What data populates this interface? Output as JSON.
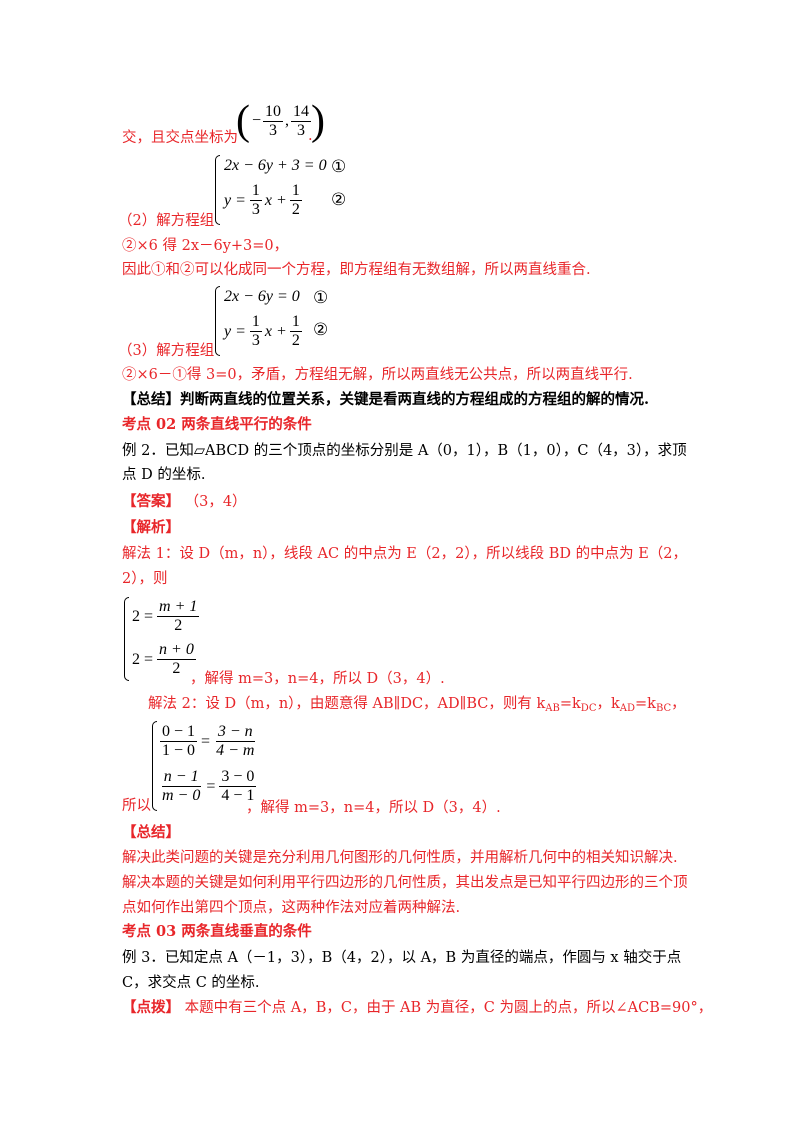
{
  "p1": {
    "prefix": "交，且交点坐标为",
    "coord_neg": "−",
    "coord_a_num": "10",
    "coord_a_den": "3",
    "coord_b_num": "14",
    "coord_b_den": "3",
    "suffix": "."
  },
  "sys1": {
    "label": "（2）解方程组",
    "eq1": "2x − 6y + 3 = 0",
    "eq1_mark": "①",
    "eq2_lhs": "y =",
    "eq2_mark": "②",
    "f1_num": "1",
    "f1_den": "3",
    "f2_num": "1",
    "f2_den": "2",
    "x_var": "x +"
  },
  "s2_line1": "②×6 得 2x－6y+3=0，",
  "s2_line2": "因此①和②可以化成同一个方程，即方程组有无数组解，所以两直线重合.",
  "sys2": {
    "label": "（3）解方程组",
    "eq1": "2x − 6y = 0",
    "eq1_mark": "①",
    "eq2_lhs": "y =",
    "eq2_mark": "②",
    "f1_num": "1",
    "f1_den": "3",
    "f2_num": "1",
    "f2_den": "2",
    "x_var": "x +"
  },
  "s3_line1": "②×6－①得 3=0，矛盾，方程组无解，所以两直线无公共点，所以两直线平行.",
  "summary1": "【总结】判断两直线的位置关系，关键是看两直线的方程组成的方程组的解的情况.",
  "heading2": "考点 02 两条直线平行的条件",
  "ex2_line1": "例 2．已知▱ABCD 的三个顶点的坐标分别是 A（0，1），B（1，0），C（4，3），求顶",
  "ex2_line2": "点 D 的坐标.",
  "answer_label": "【答案】",
  "answer_value": "（3，4）",
  "analysis_label": "【解析】",
  "m1_line1": "解法 1：设 D（m，n），线段 AC 的中点为 E（2，2），所以线段 BD 的中点为 E（2，",
  "m1_line2": "2），则",
  "m1_sys": {
    "lhs1": "2 =",
    "f1_num": "m + 1",
    "f1_den": "2",
    "lhs2": "2 =",
    "f2_num": "n + 0",
    "f2_den": "2",
    "result": "，解得 m=3，n=4，所以 D（3，4）."
  },
  "m2_line1_a": "解法 2：设 D（m，n），由题意得 AB∥DC，AD∥BC，则有 k",
  "m2_sub_ab": "AB",
  "m2_eq1": "=k",
  "m2_sub_dc": "DC",
  "m2_sep": "，k",
  "m2_sub_ad": "AD",
  "m2_eq2": "=k",
  "m2_sub_bc": "BC",
  "m2_end": "，",
  "m2_sys": {
    "prefix": "所以",
    "a_num": "0 − 1",
    "a_den": "1 − 0",
    "b_num": "3 − n",
    "b_den": "4 − m",
    "c_num": "n − 1",
    "c_den": "m − 0",
    "d_num": "3 − 0",
    "d_den": "4 − 1",
    "eq": "=",
    "result": "，解得 m=3，n=4，所以 D（3，4）."
  },
  "summary2_label": "【总结】",
  "summary2_line1": "解决此类问题的关键是充分利用几何图形的几何性质，并用解析几何中的相关知识解决.",
  "summary2_line2": "解决本题的关键是如何利用平行四边形的几何性质，其出发点是已知平行四边形的三个顶",
  "summary2_line3": "点如何作出第四个顶点，这两种作法对应着两种解法.",
  "heading3": "考点 03 两条直线垂直的条件",
  "ex3_line1": "例 3．已知定点 A（－1，3），B（4，2），以 A，B 为直径的端点，作圆与 x 轴交于点",
  "ex3_line2": "C，求交点 C 的坐标.",
  "hint_label": "【点拨】",
  "hint_text": "本题中有三个点 A，B，C，由于 AB 为直径，C 为圆上的点，所以∠ACB=90°，"
}
